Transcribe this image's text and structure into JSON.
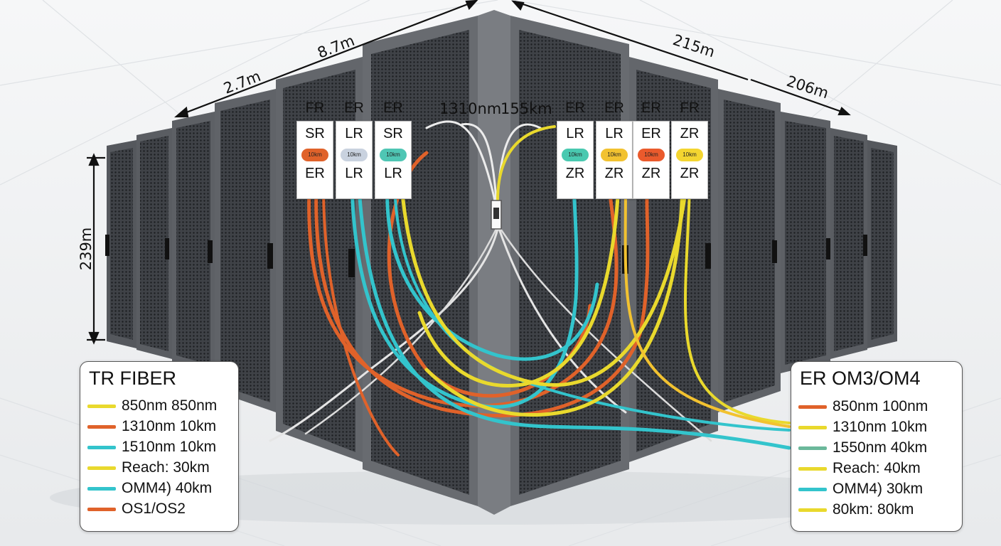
{
  "dimensions": {
    "top_left": "8.7m",
    "left": "2.7m",
    "top_right": "215m",
    "right": "206m",
    "height": "239m",
    "top_center_1": "1310nm",
    "top_center_2": "155km"
  },
  "left_tags": [
    {
      "top": "FR",
      "line1": "SR",
      "pill": "10km",
      "bottom": "ER",
      "color": "#e0622a"
    },
    {
      "top": "ER",
      "line1": "LR",
      "pill": "10km",
      "bottom": "LR",
      "color": "#c9d2df"
    },
    {
      "top": "ER",
      "line1": "SR",
      "pill": "10km",
      "bottom": "LR",
      "color": "#4fc6b4"
    }
  ],
  "right_tags": [
    {
      "top": "ER",
      "line1": "LR",
      "pill": "10km",
      "bottom": "ZR",
      "color": "#49c9b0"
    },
    {
      "top": "ER",
      "line1": "LR",
      "pill": "10km",
      "bottom": "ZR",
      "color": "#f2c230"
    },
    {
      "top": "ER",
      "line1": "ER",
      "pill": "10km",
      "bottom": "ZR",
      "color": "#ea5a2c"
    },
    {
      "top": "FR",
      "line1": "ZR",
      "pill": "10km",
      "bottom": "ZR",
      "color": "#f4d530"
    }
  ],
  "legend_left": {
    "title": "TR FIBER",
    "rows": [
      {
        "label": "850nm 850nm",
        "color": "#e9d92d"
      },
      {
        "label": "1310nm 10km",
        "color": "#e0622a"
      },
      {
        "label": "1510nm 10km",
        "color": "#33c4cc"
      },
      {
        "label": "Reach: 30km",
        "color": "#e9d92d"
      },
      {
        "label": "OMM4) 40km",
        "color": "#33c4cc"
      },
      {
        "label": "OS1/OS2",
        "color": "#e0622a"
      }
    ]
  },
  "legend_right": {
    "title": "ER OM3/OM4",
    "rows": [
      {
        "label": "850nm 100nm",
        "color": "#e0622a"
      },
      {
        "label": "1310nm 10km",
        "color": "#e9d92d"
      },
      {
        "label": "1550nm 40km",
        "color": "#6bb89a"
      },
      {
        "label": "Reach: 40km",
        "color": "#e9d92d"
      },
      {
        "label": "OMM4) 30km",
        "color": "#33c4cc"
      },
      {
        "label": "80km: 80km",
        "color": "#e9d92d"
      }
    ]
  }
}
